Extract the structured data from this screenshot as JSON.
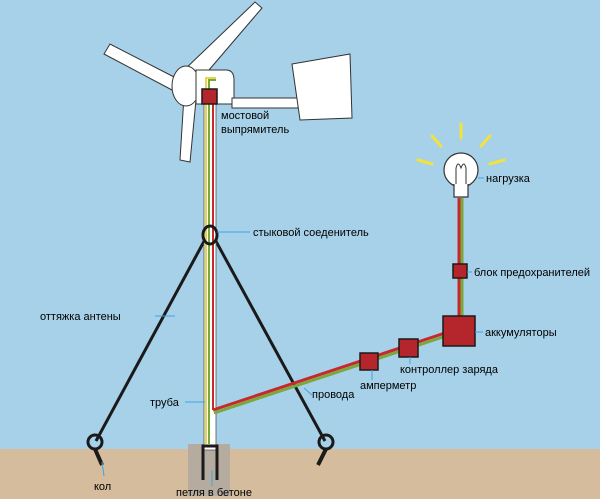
{
  "labels": {
    "bridge_rectifier": [
      "мостовой",
      "выпрямитель"
    ],
    "butt_connector": "стыковой соеденитель",
    "antenna_guy": "оттяжка антены",
    "pipe": "труба",
    "stake": "кол",
    "loop_in_concrete": "петля в бетоне",
    "wires": "провода",
    "ammeter": "амперметр",
    "charge_controller": "контроллер заряда",
    "batteries": "аккумуляторы",
    "fuse_block": "блок предохранителей",
    "load": "нагрузка"
  },
  "colors": {
    "sky": "#a7d1e9",
    "ground": "#d4bc9c",
    "component": "#b5262c",
    "wire_red": "#c8282c",
    "wire_green": "#7aa83a",
    "wire_yellow": "#e8d64a",
    "guy_line": "#1a1a1a",
    "leader": "#3aa7e3",
    "bulb_rays": "#f2e23a"
  },
  "icons": {
    "turbine": "wind-turbine-icon",
    "bulb": "light-bulb-icon"
  }
}
